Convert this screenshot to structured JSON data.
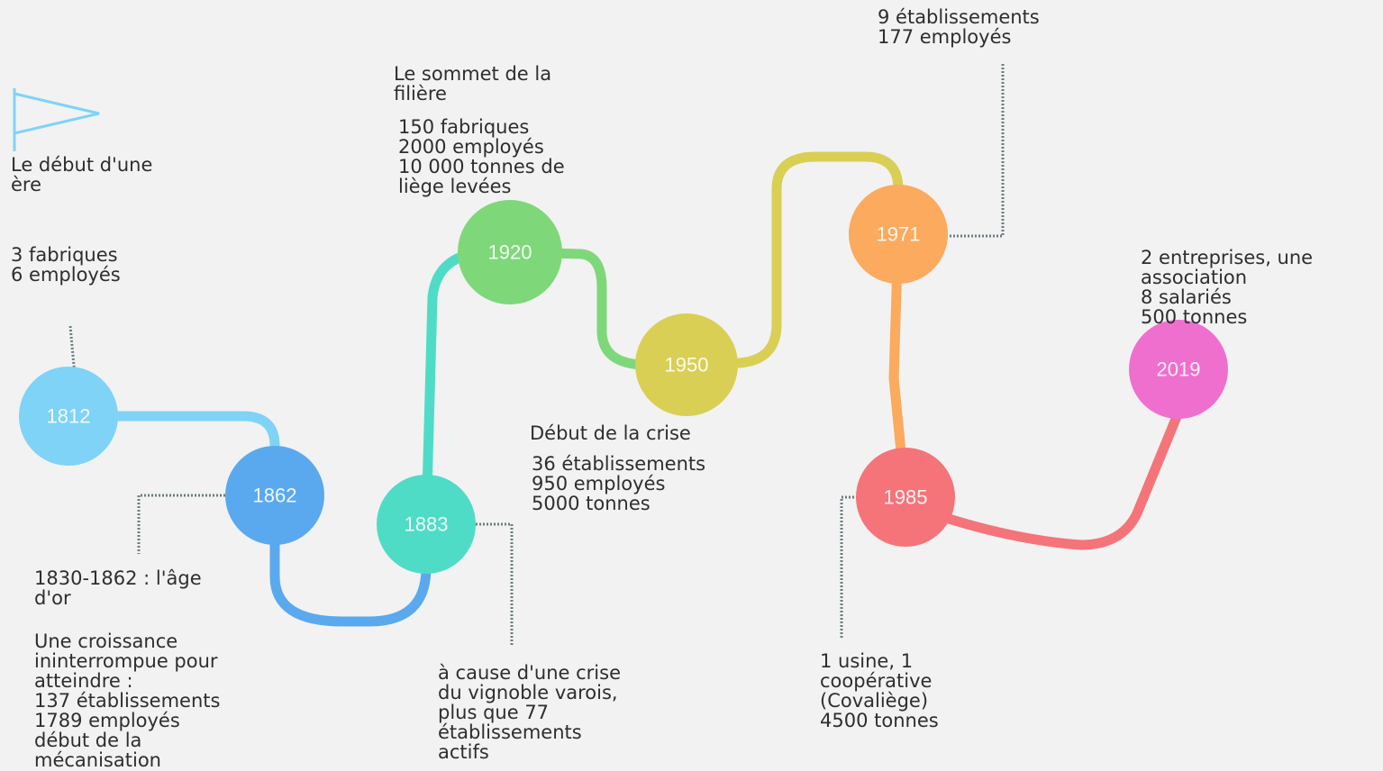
{
  "colors": {
    "1812": "#7fd3f7",
    "1862": "#5aa9ee",
    "1883": "#4fdcc6",
    "1920": "#7ed87a",
    "1950": "#d9cf55",
    "1971": "#fbaa5e",
    "1985": "#f4747a",
    "2019": "#ef6fcf",
    "connector": "#6b7d80",
    "text": "#2e2e2e",
    "background": "#f2f2f2"
  },
  "milestones": [
    {
      "year": "1812"
    },
    {
      "year": "1862"
    },
    {
      "year": "1883"
    },
    {
      "year": "1920"
    },
    {
      "year": "1950"
    },
    {
      "year": "1971"
    },
    {
      "year": "1985"
    },
    {
      "year": "2019"
    }
  ],
  "annotations": {
    "y1812_title": "Le début d'une\nère",
    "y1812_stats": "3 fabriques\n6 employés",
    "y1862_title": "1830-1862 : l'âge\nd'or",
    "y1862_body": "Une croissance\nininterrompue pour\natteindre :\n137 établissements\n1789 employés\ndébut de la\nmécanisation",
    "y1883_body": "à cause d'une crise\ndu vignoble varois,\nplus que 77\nétablissements\nactifs",
    "y1920_title": "Le sommet  de la\nfilière",
    "y1920_stats": "150 fabriques\n2000 employés\n10 000 tonnes de\nliège levées",
    "y1950_title": "Début de la crise",
    "y1950_stats": "36 établissements\n950 employés\n5000 tonnes",
    "y1971_stats": "9 établissements\n177 employés",
    "y1985_stats": "1 usine, 1\ncoopérative\n(Covaliège)\n4500 tonnes",
    "y2019_stats": "2 entreprises, une\nassociation\n8 salariés\n500 tonnes"
  }
}
